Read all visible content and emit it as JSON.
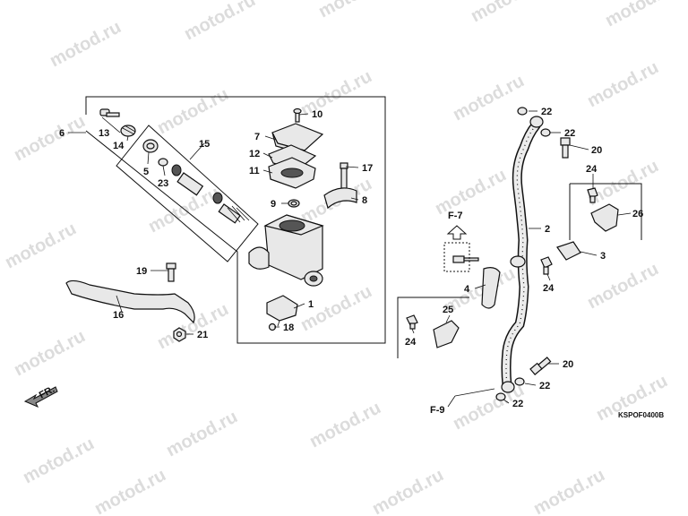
{
  "watermark": "motod.ru",
  "diagram_code": "KSPOF0400B",
  "direction_label": "FR.",
  "ref_labels": {
    "f7": "F-7",
    "f9": "F-9"
  },
  "callouts": {
    "c1": "1",
    "c2": "2",
    "c3": "3",
    "c4": "4",
    "c5": "5",
    "c6": "6",
    "c7": "7",
    "c8": "8",
    "c9": "9",
    "c10": "10",
    "c11": "11",
    "c12": "12",
    "c13": "13",
    "c14": "14",
    "c15": "15",
    "c16": "16",
    "c17": "17",
    "c18": "18",
    "c19": "19",
    "c20": "20",
    "c20b": "20",
    "c21": "21",
    "c22": "22",
    "c22b": "22",
    "c22c": "22",
    "c22d": "22",
    "c23": "23",
    "c24": "24",
    "c24b": "24",
    "c24c": "24",
    "c25": "25",
    "c26": "26"
  }
}
